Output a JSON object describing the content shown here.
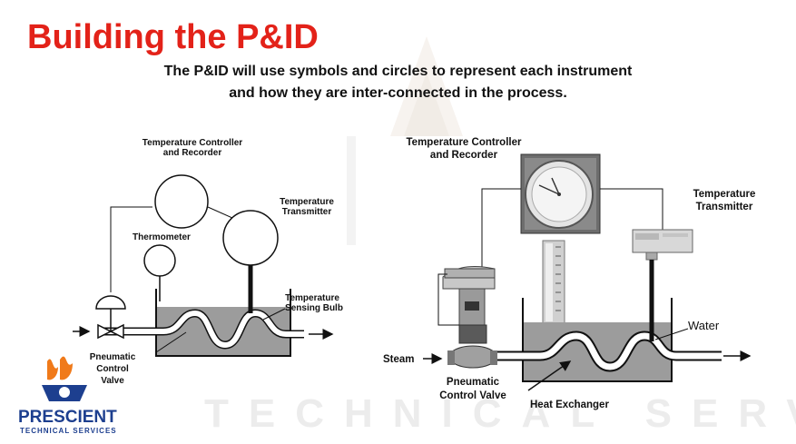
{
  "slide": {
    "title": "Building the P&ID",
    "subtitle_line1": "The P&ID will use symbols and circles to represent each instrument",
    "subtitle_line2": "and how they are inter-connected in the process."
  },
  "left_diagram": {
    "controller_label_1": "Temperature Controller",
    "controller_label_2": "and Recorder",
    "transmitter_label_1": "Temperature",
    "transmitter_label_2": "Transmitter",
    "thermometer_label": "Thermometer",
    "bulb_label_1": "Temperature",
    "bulb_label_2": "Sensing Bulb",
    "valve_label_1": "Pneumatic",
    "valve_label_2": "Control",
    "valve_label_3": "Valve"
  },
  "right_diagram": {
    "controller_label_1": "Temperature Controller",
    "controller_label_2": "and Recorder",
    "transmitter_label_1": "Temperature",
    "transmitter_label_2": "Transmitter",
    "water_label": "Water",
    "steam_label": "Steam",
    "valve_label_1": "Pneumatic",
    "valve_label_2": "Control Valve",
    "exchanger_label": "Heat Exchanger"
  },
  "watermark": {
    "text": "TECHNICAL SERVICES"
  },
  "logo": {
    "name": "PRESCIENT",
    "tagline": "TECHNICAL SERVICES"
  },
  "colors": {
    "title": "#e32219",
    "logo_blue": "#1d3f8f",
    "logo_orange": "#f07a1a",
    "liquid": "#9c9c9c"
  }
}
